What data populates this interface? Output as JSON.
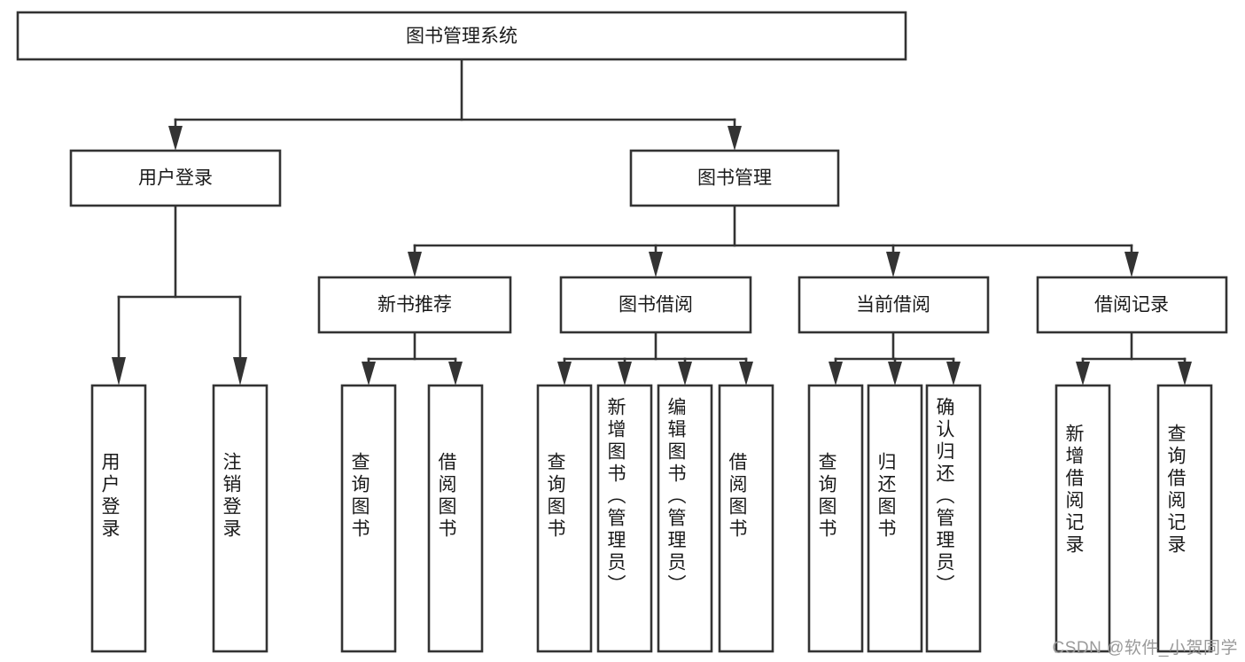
{
  "diagram": {
    "type": "tree",
    "title": "图书管理系统",
    "watermark": "CSDN @软件_小贺同学",
    "colors": {
      "box_stroke": "#333333",
      "box_fill": "#ffffff",
      "text": "#1a1a1a",
      "background": "#ffffff",
      "watermark": "#9a9a9a"
    },
    "root": {
      "label": "图书管理系统"
    },
    "level2": [
      {
        "label": "用户登录"
      },
      {
        "label": "图书管理"
      }
    ],
    "level3": [
      {
        "label": "新书推荐"
      },
      {
        "label": "图书借阅"
      },
      {
        "label": "当前借阅"
      },
      {
        "label": "借阅记录"
      }
    ],
    "leaves": {
      "user_login": [
        {
          "label": "用户登录",
          "align": "center"
        },
        {
          "label": "注销登录",
          "align": "center"
        }
      ],
      "new_book": [
        {
          "label": "查询图书",
          "align": "center"
        },
        {
          "label": "借阅图书",
          "align": "center"
        }
      ],
      "book_borrow": [
        {
          "label": "查询图书",
          "align": "center"
        },
        {
          "label": "新增图书（管理员）",
          "align": "start"
        },
        {
          "label": "编辑图书（管理员）",
          "align": "start"
        },
        {
          "label": "借阅图书",
          "align": "center"
        }
      ],
      "current_borrow": [
        {
          "label": "查询图书",
          "align": "center"
        },
        {
          "label": "归还图书",
          "align": "center"
        },
        {
          "label": "确认归还（管理员）",
          "align": "start"
        }
      ],
      "borrow_record": [
        {
          "label": "新增借阅记录",
          "align": "center"
        },
        {
          "label": "查询借阅记录",
          "align": "center"
        }
      ]
    }
  }
}
